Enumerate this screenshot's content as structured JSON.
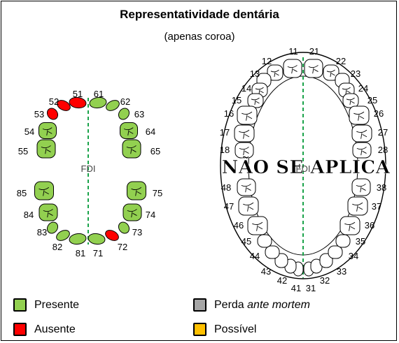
{
  "title": "Representatividade dentária",
  "subtitle": "(apenas coroa)",
  "overlay_text": "NÃO SE APLICA",
  "diagram_labels": {
    "fdi": "FDI"
  },
  "colors": {
    "present": "#92d050",
    "absent": "#ff0000",
    "lost": "#a6a6a6",
    "possible": "#ffc000",
    "midline": "#1aa34a"
  },
  "legend": [
    {
      "key": "present",
      "label": "Presente",
      "label_suffix": ""
    },
    {
      "key": "absent",
      "label": "Ausente",
      "label_suffix": ""
    },
    {
      "key": "lost",
      "label": "Perda ",
      "label_suffix": "ante mortem"
    },
    {
      "key": "possible",
      "label": "Possível",
      "label_suffix": ""
    }
  ],
  "deciduous_teeth": [
    {
      "n": "51",
      "status": "absent"
    },
    {
      "n": "52",
      "status": "absent"
    },
    {
      "n": "53",
      "status": "absent"
    },
    {
      "n": "54",
      "status": "present"
    },
    {
      "n": "55",
      "status": "present"
    },
    {
      "n": "61",
      "status": "present"
    },
    {
      "n": "62",
      "status": "present"
    },
    {
      "n": "63",
      "status": "present"
    },
    {
      "n": "64",
      "status": "present"
    },
    {
      "n": "65",
      "status": "present"
    },
    {
      "n": "71",
      "status": "present"
    },
    {
      "n": "72",
      "status": "absent"
    },
    {
      "n": "73",
      "status": "present"
    },
    {
      "n": "74",
      "status": "present"
    },
    {
      "n": "75",
      "status": "present"
    },
    {
      "n": "81",
      "status": "present"
    },
    {
      "n": "82",
      "status": "present"
    },
    {
      "n": "83",
      "status": "present"
    },
    {
      "n": "84",
      "status": "present"
    },
    {
      "n": "85",
      "status": "present"
    }
  ],
  "permanent_teeth": [
    {
      "n": "11"
    },
    {
      "n": "12"
    },
    {
      "n": "13"
    },
    {
      "n": "14"
    },
    {
      "n": "15"
    },
    {
      "n": "16"
    },
    {
      "n": "17"
    },
    {
      "n": "18"
    },
    {
      "n": "21"
    },
    {
      "n": "22"
    },
    {
      "n": "23"
    },
    {
      "n": "24"
    },
    {
      "n": "25"
    },
    {
      "n": "26"
    },
    {
      "n": "27"
    },
    {
      "n": "28"
    },
    {
      "n": "31"
    },
    {
      "n": "32"
    },
    {
      "n": "33"
    },
    {
      "n": "34"
    },
    {
      "n": "35"
    },
    {
      "n": "36"
    },
    {
      "n": "37"
    },
    {
      "n": "38"
    },
    {
      "n": "41"
    },
    {
      "n": "42"
    },
    {
      "n": "43"
    },
    {
      "n": "44"
    },
    {
      "n": "45"
    },
    {
      "n": "46"
    },
    {
      "n": "47"
    },
    {
      "n": "48"
    }
  ]
}
